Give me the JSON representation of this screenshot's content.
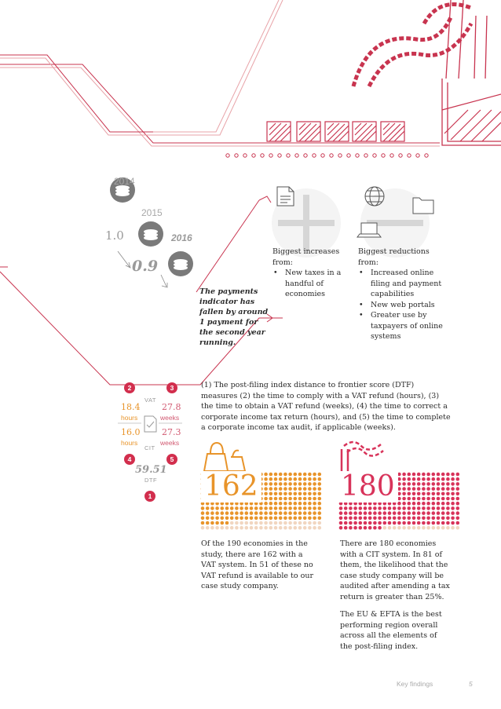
{
  "timeline": {
    "year_2014": "2014",
    "year_2015": "2015",
    "year_2016": "2016",
    "value_start": "1.0",
    "value_end": "0.9",
    "note": "The payments indicator has fallen by around 1 payment for the second year running."
  },
  "increases": {
    "title": "Biggest increases from:",
    "items": [
      "New taxes in a handful of economies"
    ]
  },
  "reductions": {
    "title": "Biggest reductions from:",
    "items": [
      "Increased online filing and payment capabilities",
      "New web portals",
      "Greater use by taxpayers of online systems"
    ]
  },
  "post_filing": {
    "vat_label": "VAT",
    "cit_label": "CIT",
    "badge_1": "1",
    "badge_2": "2",
    "badge_3": "3",
    "badge_4": "4",
    "badge_5": "5",
    "vat_refund_hours": "18.4",
    "vat_refund_hours_unit": "hours",
    "vat_refund_weeks": "27.8",
    "vat_refund_weeks_unit": "weeks",
    "cit_correct_hours": "16.0",
    "cit_correct_hours_unit": "hours",
    "cit_audit_weeks": "27.3",
    "cit_audit_weeks_unit": "weeks",
    "dtf_value": "59.51",
    "dtf_label": "DTF",
    "description": "(1) The post-filing index distance to frontier score (DTF) measures (2) the time to comply with a VAT refund (hours), (3) the time to obtain a VAT refund (weeks), (4) the time to correct a corporate income tax return (hours), and (5) the time to complete a corporate income tax audit, if applicable (weeks)."
  },
  "vat_stat": {
    "number": "162",
    "color": "#e8942a",
    "filled_fraction": 0.853,
    "text": "Of the 190 economies in the study, there are 162 with a VAT system. In 51 of these no VAT refund is available to our case study company."
  },
  "cit_stat": {
    "number": "180",
    "color": "#d8335a",
    "filled_fraction": 0.947,
    "text": "There are 180 economies with a CIT system. In 81 of them, the likelihood that the case study company will be audited after amending a tax return is greater than 25%.",
    "text2": "The EU & EFTA is the best performing region overall across all the elements of the post-filing index."
  },
  "footer": {
    "section": "Key findings",
    "page": "5"
  },
  "colors": {
    "line_red": "#c8344f",
    "line_light": "#e8a3a8",
    "orange": "#e8942a",
    "pink": "#d8335a",
    "gray": "#9a9a9a"
  }
}
